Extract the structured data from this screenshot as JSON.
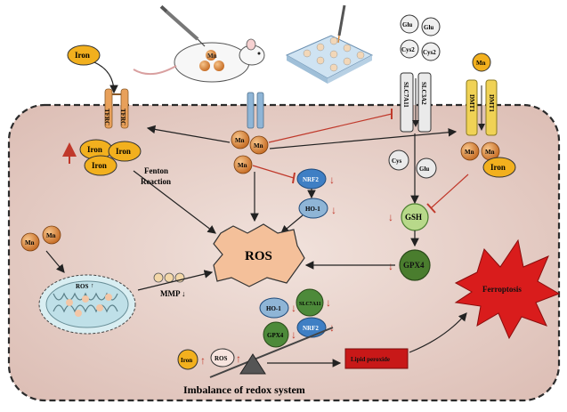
{
  "colors": {
    "cell_fill": "#e6cfc9",
    "cell_border": "#2b2b2b",
    "mn_ball": "#d98a3c",
    "iron_oval": "#f2b01e",
    "nrf2_blue": "#3f7fc4",
    "gsh_green": "#b8d98a",
    "gpx4_green": "#4a7d2e",
    "slc_green": "#4d8a3a",
    "ros_fill": "#f4c09a",
    "ferroptosis_red": "#d91c1c",
    "lipid_box": "#c81818",
    "arrow_red": "#c0392b",
    "transporter_blue": "#8fb5d6",
    "dmt_yellow": "#f0d255",
    "tfrc_orange": "#e8a05a"
  },
  "labels": {
    "iron_outside": "Iron",
    "mn_outside": "Mn",
    "glu1": "Glu",
    "glu2": "Glu",
    "cys2_1": "Cys2",
    "cys2_2": "Cys2",
    "tfrc1": "TFRC",
    "tfrc2": "TFRC",
    "slc7a11_1": "SLC7A11",
    "slc3a2": "SLC3A2",
    "dmt1_1": "DMT1",
    "dmt1_2": "DMT1",
    "iron": "Iron",
    "mn": "Mn",
    "fenton": "Fenton",
    "reaction": "Reaction",
    "nrf2": "NRF2",
    "ho1": "HO-1",
    "cys": "Cys",
    "glu": "Glu",
    "gsh": "GSH",
    "gpx4": "GPX4",
    "ros_center": "ROS",
    "mito_ros": "ROS",
    "mmp": "MMP",
    "ho1_bottom": "HO-1",
    "slc7a11_bottom": "SLC7A11",
    "gpx4_bottom": "GPX4",
    "nrf2_bottom": "NRF2",
    "iron_bottom": "Iron",
    "ros_bottom": "ROS",
    "lipid_peroxide": "Lipid peroxide",
    "ferroptosis": "Ferroptosis",
    "imbalance": "Imbalance of redox system",
    "mouse_mn": "Mn",
    "up_arrow": "↑",
    "down_arrow": "↓"
  }
}
